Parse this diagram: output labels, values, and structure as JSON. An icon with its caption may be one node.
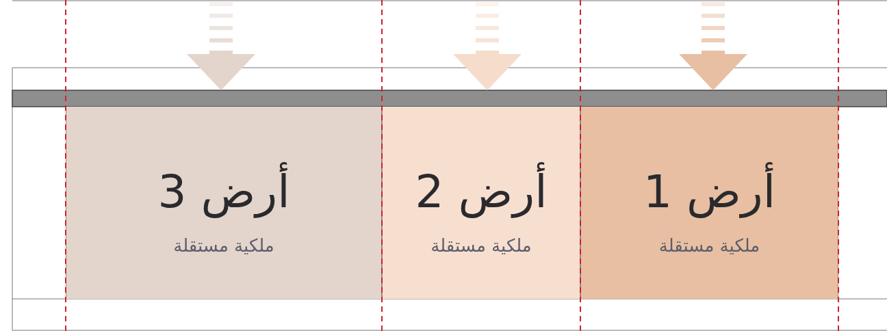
{
  "diagram": {
    "nodes": [
      {
        "text": [
          "أرض 1",
          "ملكية مستقلة"
        ]
      },
      {
        "text": [
          "أرض 2",
          "ملكية مستقلة"
        ]
      },
      {
        "text": [
          "أرض 3",
          "ملكية مستقلة"
        ]
      }
    ]
  }
}
